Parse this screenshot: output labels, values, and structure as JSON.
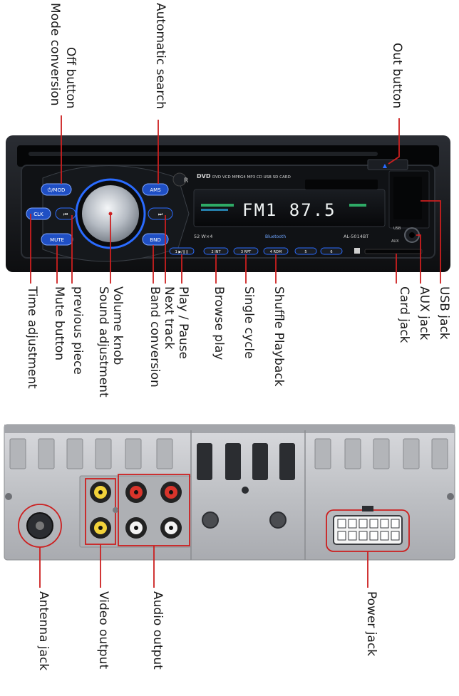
{
  "front_labels_top": {
    "off_button": "Off button",
    "mode_conversion": "Mode conversion",
    "automatic_search": "Automatic search",
    "out_button": "Out button"
  },
  "front_labels_bottom": {
    "time_adjustment": "Time adjustment",
    "mute_button": "Mute button",
    "previous_piece": "previous piece",
    "volume_knob": "Volume knob",
    "sound_adjustment": "Sound adjustment",
    "next_track": "Next track",
    "band_conversion": "Band conversion",
    "play_pause": "Play / Pause",
    "browse_play": "Browse play",
    "single_cycle": "Single cycle",
    "shuffle_playback": "Shuffle Playback",
    "card_jack": "Card jack",
    "aux_jack": "AUX jack",
    "usb_jack": "USB jack"
  },
  "rear_labels": {
    "antenna_jack": "Antenna jack",
    "video_output": "Video output",
    "audio_output": "Audio output",
    "power_jack": "Power jack"
  },
  "device": {
    "display_text": "FM1 87.5",
    "formats_text": "DVD VCD MPEG4 MP3 CD USB SD CARD",
    "dvd_logo": "DVD",
    "power_text": "52 W×4",
    "bluetooth_text": "Bluetooth",
    "model_text": "AL-5014BT",
    "button_mode": "⏻/MOD",
    "button_clk": "CLK",
    "button_mute": "MUTE",
    "button_prev": "⏮",
    "button_next": "⏭",
    "button_ams": "AMS",
    "button_band": "BND",
    "button_eject": "▲",
    "preset_1": "1 ▶/❙❙",
    "preset_2": "2 INT",
    "preset_3": "3 RPT",
    "preset_4": "4 RDM",
    "preset_5": "5",
    "preset_6": "6",
    "usb_port_text": "USB",
    "aux_port_text": "AUX"
  },
  "colors": {
    "annotation": "#cc1f1f",
    "button_glow": "#2a6bff",
    "display_green": "#36d07a"
  }
}
